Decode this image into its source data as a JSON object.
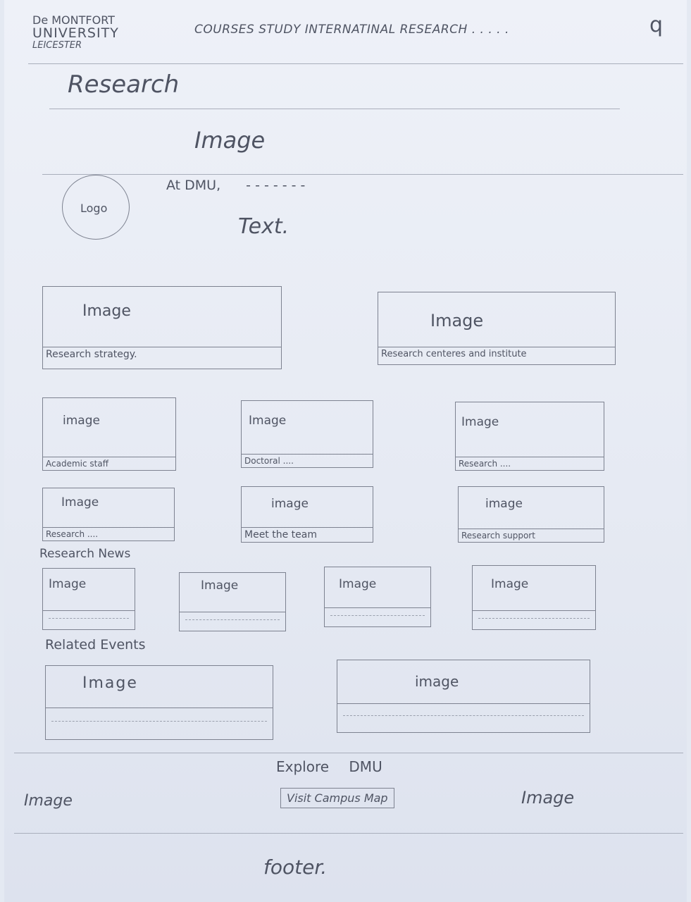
{
  "header": {
    "logo_lines": [
      "De MONTFORT",
      "UNIVERSITY",
      "LEICESTER"
    ],
    "nav_text": "COURSES STUDY INTERNATINAL RESEARCH",
    "nav_ellipsis": ". . . . .",
    "search_glyph": "q"
  },
  "page_title": "Research",
  "hero": {
    "image_label": "Image"
  },
  "intro": {
    "heading": "At DMU,",
    "heading_dashes": "- - - - - - -",
    "logo_label": "Logo",
    "text_label": "Text."
  },
  "feature_cards": [
    {
      "image": "Image",
      "caption": "Research strategy."
    },
    {
      "image": "Image",
      "caption": "Research centeres and institute"
    }
  ],
  "grid_cards": [
    {
      "image": "image",
      "caption": "Academic staff"
    },
    {
      "image": "Image",
      "caption": "Doctoral ...."
    },
    {
      "image": "Image",
      "caption": "Research ...."
    },
    {
      "image": "Image",
      "caption": "Research ...."
    },
    {
      "image": "image",
      "caption": "Meet the team"
    },
    {
      "image": "image",
      "caption": "Research support"
    }
  ],
  "news": {
    "heading": "Research News",
    "cards": [
      {
        "image": "Image"
      },
      {
        "image": "Image"
      },
      {
        "image": "Image"
      },
      {
        "image": "Image"
      }
    ]
  },
  "events": {
    "heading": "Related Events",
    "cards": [
      {
        "image": "Image"
      },
      {
        "image": "image"
      }
    ]
  },
  "explore": {
    "left_image": "Image",
    "heading": "Explore DMU",
    "button": "Visit Campus Map",
    "right_image": "Image"
  },
  "footer": {
    "label": "footer."
  }
}
